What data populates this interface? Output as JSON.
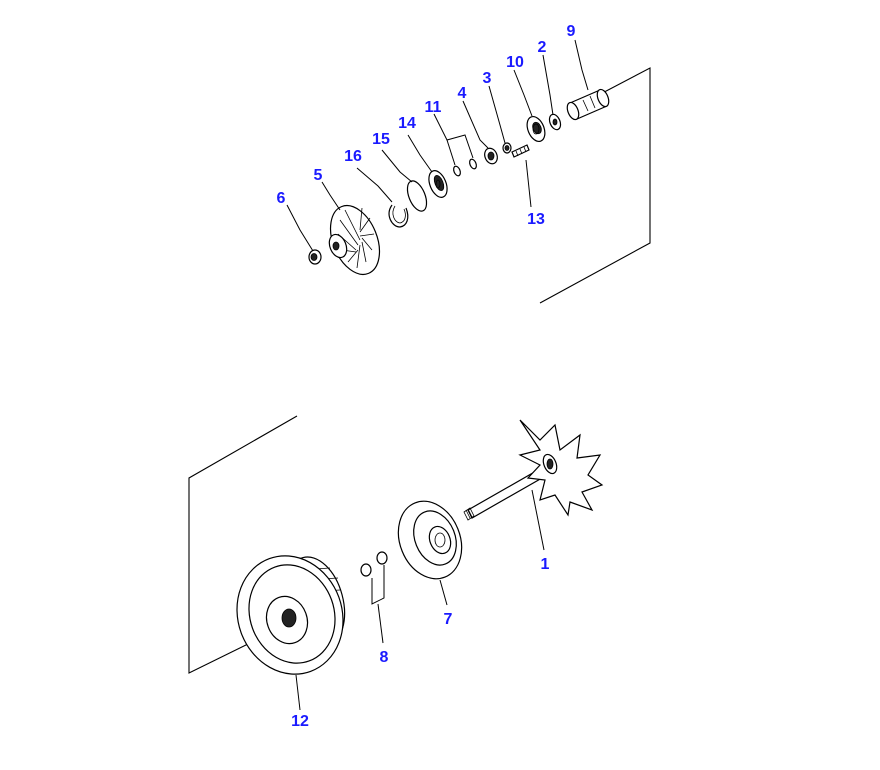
{
  "diagram": {
    "parts": [
      {
        "id": "1",
        "label": "1"
      },
      {
        "id": "2",
        "label": "2"
      },
      {
        "id": "3",
        "label": "3"
      },
      {
        "id": "4",
        "label": "4"
      },
      {
        "id": "5",
        "label": "5"
      },
      {
        "id": "6",
        "label": "6"
      },
      {
        "id": "7",
        "label": "7"
      },
      {
        "id": "8",
        "label": "8"
      },
      {
        "id": "9",
        "label": "9"
      },
      {
        "id": "10",
        "label": "10"
      },
      {
        "id": "11",
        "label": "11"
      },
      {
        "id": "12",
        "label": "12"
      },
      {
        "id": "13",
        "label": "13"
      },
      {
        "id": "14",
        "label": "14"
      },
      {
        "id": "15",
        "label": "15"
      },
      {
        "id": "16",
        "label": "16"
      }
    ],
    "label_color": "#1a1aff",
    "line_color": "#000000"
  }
}
